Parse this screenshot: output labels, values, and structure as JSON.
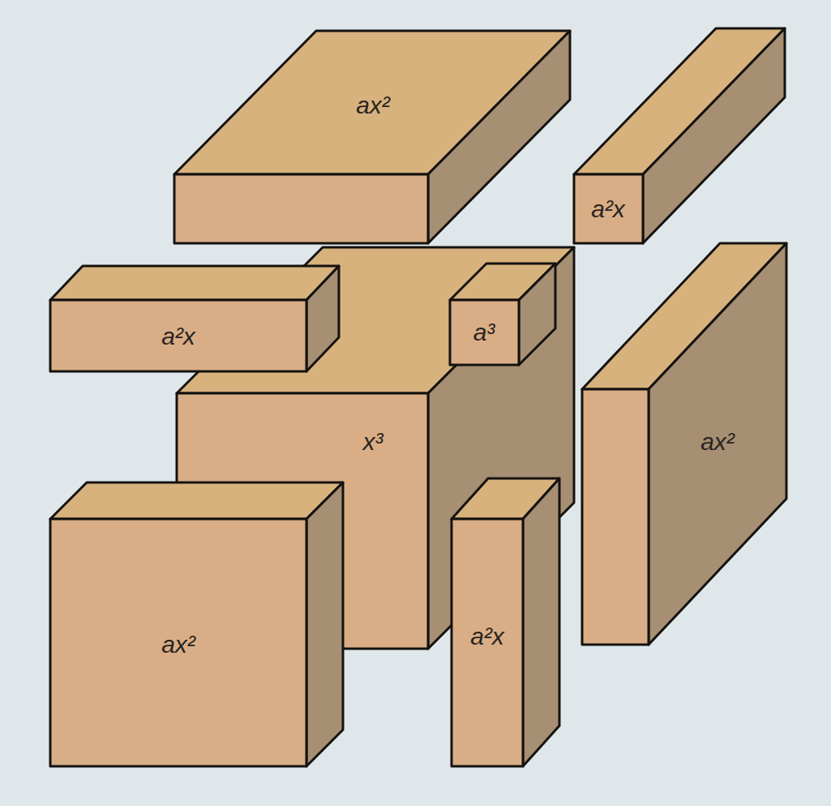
{
  "diagram": {
    "nodes": [
      {
        "text": [
          "ax²"
        ]
      },
      {
        "text": [
          "a²x"
        ]
      },
      {
        "text": [
          "a²x"
        ]
      },
      {
        "text": [
          "a³"
        ]
      },
      {
        "text": [
          "x³"
        ]
      },
      {
        "text": [
          "ax²"
        ]
      },
      {
        "text": [
          "ax²"
        ]
      },
      {
        "text": [
          "a²x"
        ]
      }
    ]
  }
}
